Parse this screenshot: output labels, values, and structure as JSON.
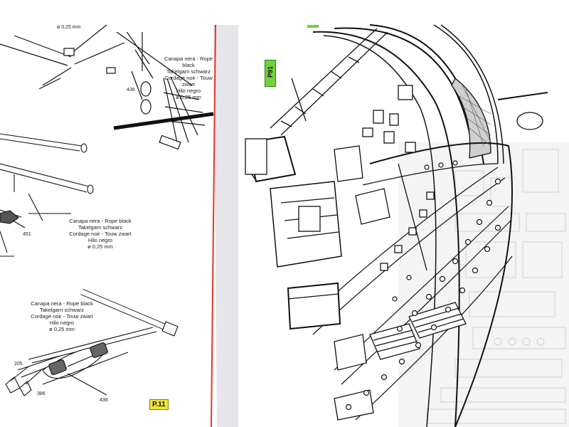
{
  "left_page": {
    "top_dimension": "ø 0,25 mm",
    "rope_notes": [
      {
        "lines": [
          "Canapa nera - Rope black",
          "Takelgarn schwarz",
          "Cordage noir - Touw zwart",
          "Hilo negro",
          "ø 0,25 mm"
        ]
      },
      {
        "lines": [
          "Canapa nera - Rope black",
          "Takelgarn schwarz",
          "Cordage noir - Touw zwart",
          "Hilo negro",
          "ø 0,25 mm"
        ]
      },
      {
        "lines": [
          "Canapa nera - Rope black",
          "Takelgarn schwarz",
          "Cordage noir - Touw zwart",
          "Hilo negro",
          "ø 0,25 mm"
        ]
      }
    ],
    "part_numbers": {
      "p438_top": "438",
      "p451": "451",
      "p205": "205",
      "p386": "386",
      "p438_bottom": "438"
    },
    "page_label": "P.11"
  },
  "right_page": {
    "part_tag": "P91"
  },
  "colors": {
    "margin_line": "#e8332c",
    "tag_green": "#6fd23a",
    "tag_yellow": "#f0e43a",
    "page_shadow": "#d9d9dc"
  }
}
